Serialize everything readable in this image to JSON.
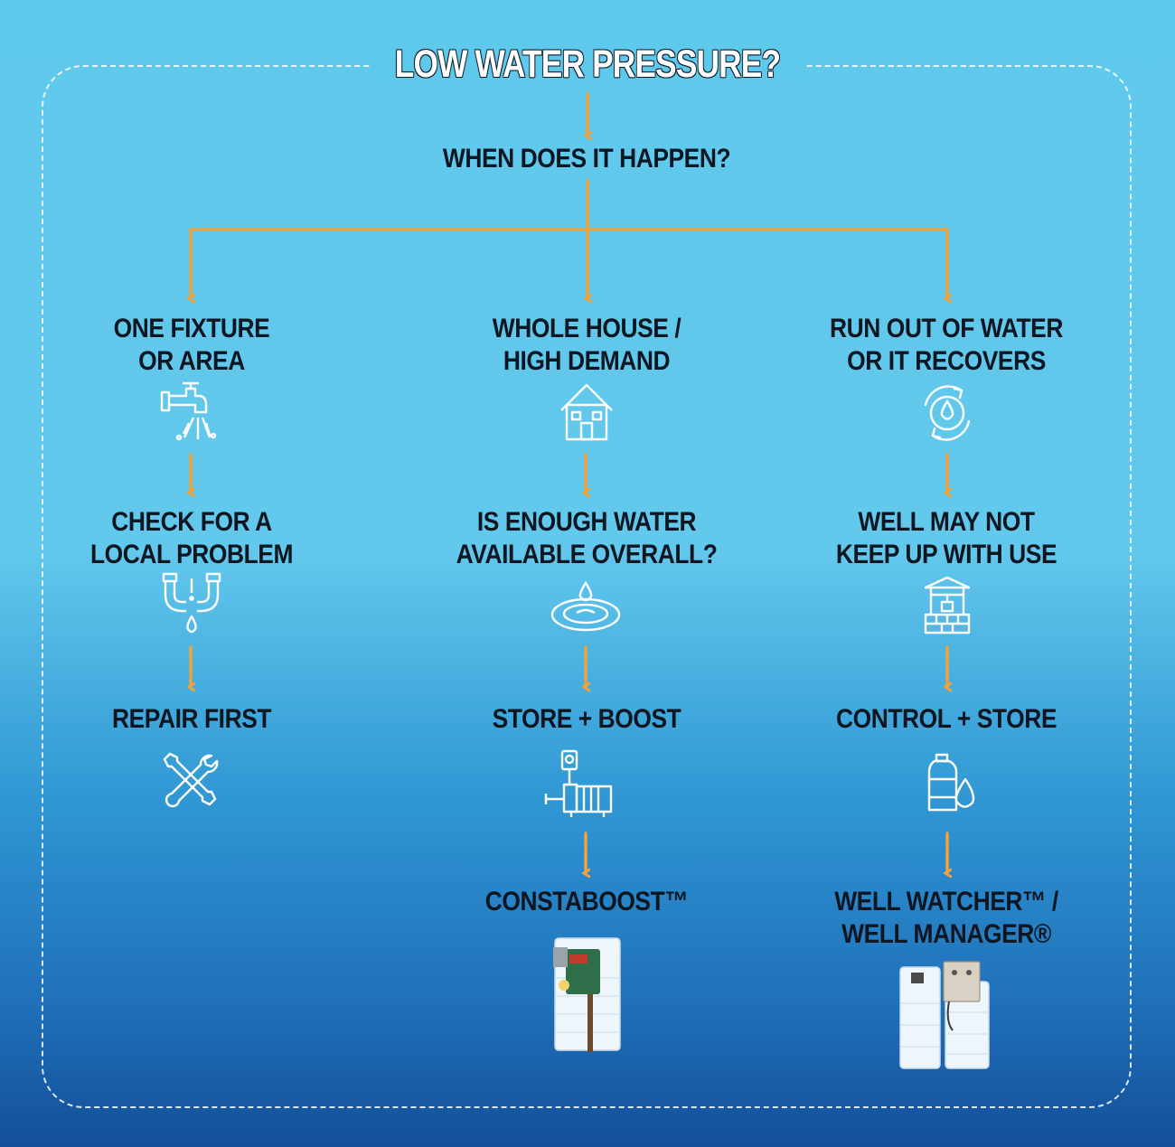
{
  "title": "LOW WATER PRESSURE?",
  "question": "WHEN DOES IT HAPPEN?",
  "colors": {
    "arrow": "#f0a33a",
    "text": "#0e1621",
    "frame": "#ffffff"
  },
  "branches": [
    {
      "cause": [
        "ONE FIXTURE",
        "OR AREA"
      ],
      "cause_icon": "faucet-icon",
      "step": [
        "CHECK FOR A",
        "LOCAL PROBLEM"
      ],
      "step_icon": "leaking-pipe-icon",
      "action": "REPAIR FIRST",
      "action_icon": "wrench-screwdriver-icon"
    },
    {
      "cause": [
        "WHOLE HOUSE /",
        "HIGH DEMAND"
      ],
      "cause_icon": "house-icon",
      "step": [
        "IS ENOUGH WATER",
        "AVAILABLE OVERALL?"
      ],
      "step_icon": "water-drop-ripple-icon",
      "action": "STORE + BOOST",
      "action_icon": "booster-pump-icon",
      "product": "CONSTABOOST™",
      "product_icon": "constaboost-product-photo"
    },
    {
      "cause": [
        "RUN OUT OF WATER",
        "OR IT RECOVERS"
      ],
      "cause_icon": "water-recycle-icon",
      "step": [
        "WELL MAY NOT",
        "KEEP UP WITH USE"
      ],
      "step_icon": "water-well-icon",
      "action": "CONTROL + STORE",
      "action_icon": "water-jug-icon",
      "product": [
        "WELL WATCHER™ /",
        "WELL MANAGER®"
      ],
      "product_icon": "well-manager-product-photo"
    }
  ]
}
